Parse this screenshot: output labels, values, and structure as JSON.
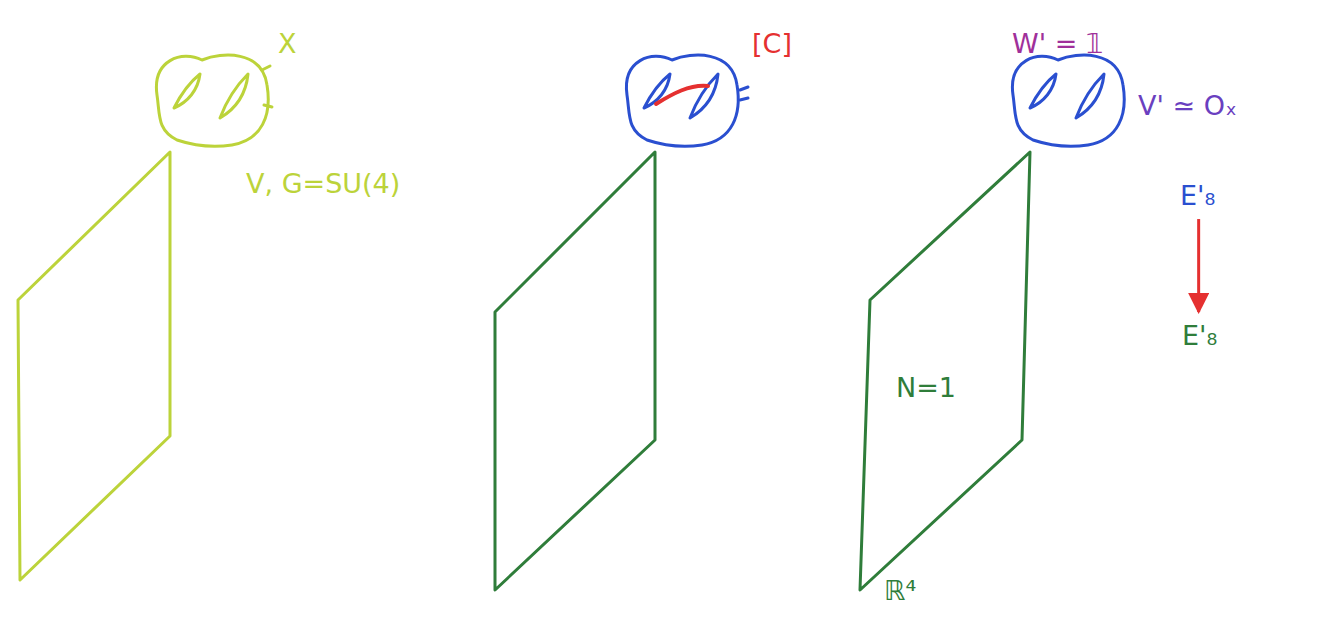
{
  "diagram": {
    "nodes": [
      {
        "text": [
          "E'₈"
        ]
      },
      {
        "text": [
          "E'₈"
        ]
      }
    ],
    "edges": [
      {
        "from": 0,
        "to": 1,
        "arrow": "to"
      }
    ],
    "labels": [
      "X",
      "V, G=SU(4)",
      "[C]",
      "W' = 𝟙",
      "V' ≃ Oₓ",
      "N=1",
      "ℝ⁴"
    ]
  }
}
